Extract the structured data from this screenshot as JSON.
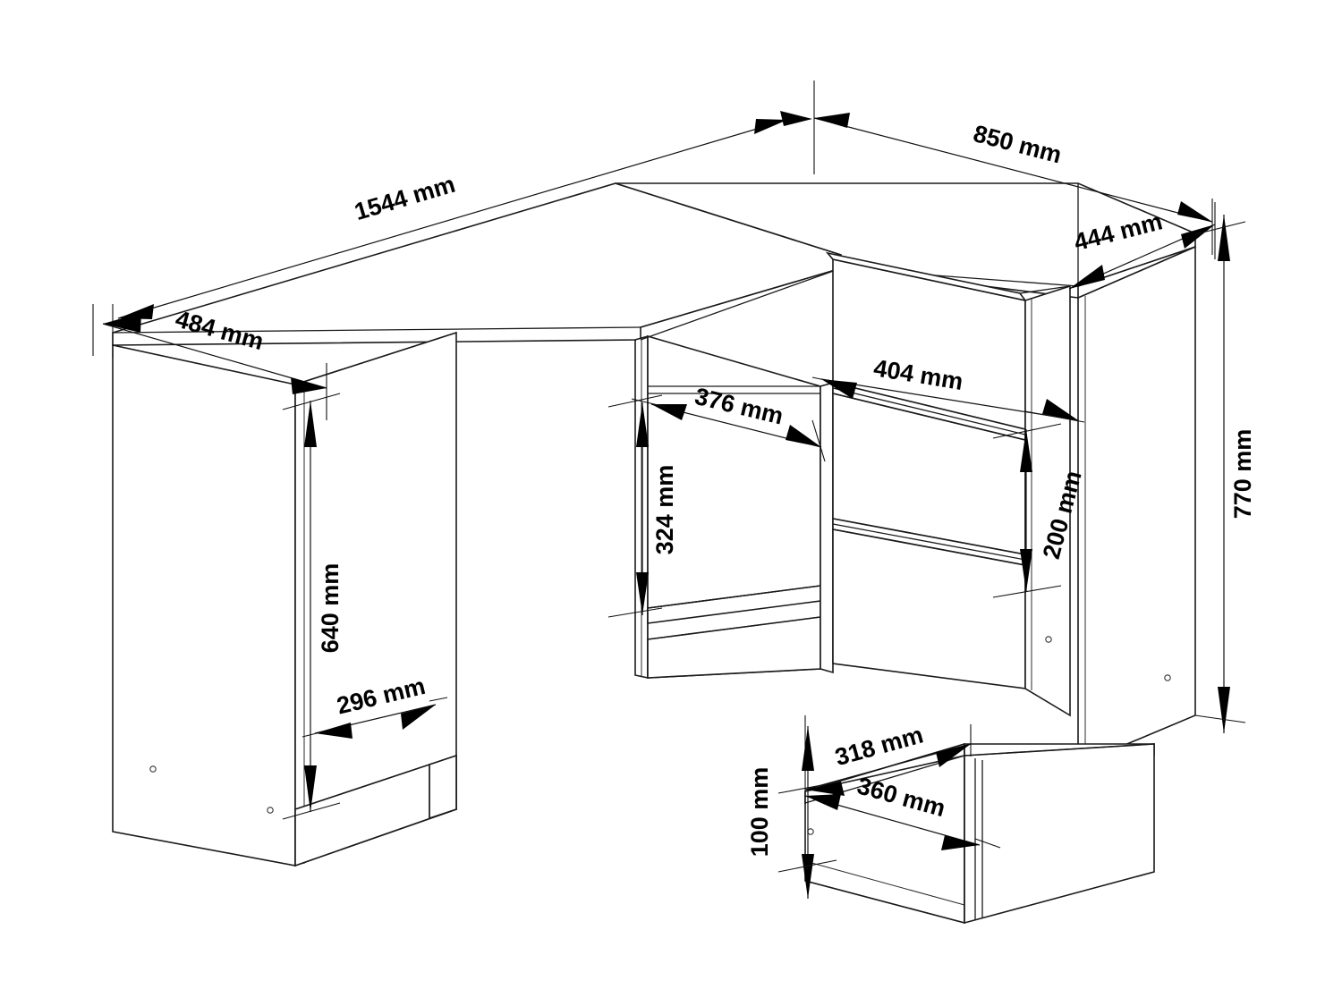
{
  "drawing": {
    "title": "Corner desk dimensioned isometric drawing",
    "unit": "mm",
    "line_color": "#1a1a1a",
    "background_color": "#ffffff",
    "text_color": "#000000"
  },
  "dimensions": {
    "overall_length": "1544 mm",
    "right_wing_length": "850 mm",
    "left_top_depth": "484 mm",
    "right_top_depth": "444 mm",
    "overall_height": "770 mm",
    "left_panel_height": "640 mm",
    "left_panel_width": "296 mm",
    "knee_opening_width": "376 mm",
    "knee_opening_height": "324 mm",
    "drawer_front_width": "404 mm",
    "drawer_front_height": "200 mm",
    "drawer_box_depth": "318 mm",
    "drawer_box_width": "360 mm",
    "drawer_box_height": "100 mm"
  },
  "labels": [
    {
      "id": "len-1544",
      "text": "1544 mm"
    },
    {
      "id": "len-850",
      "text": "850 mm"
    },
    {
      "id": "depth-484",
      "text": "484 mm"
    },
    {
      "id": "depth-444",
      "text": "444 mm"
    },
    {
      "id": "height-770",
      "text": "770 mm"
    },
    {
      "id": "height-640",
      "text": "640 mm"
    },
    {
      "id": "width-296",
      "text": "296 mm"
    },
    {
      "id": "width-376",
      "text": "376 mm"
    },
    {
      "id": "height-324",
      "text": "324 mm"
    },
    {
      "id": "width-404",
      "text": "404 mm"
    },
    {
      "id": "height-200",
      "text": "200 mm"
    },
    {
      "id": "depth-318",
      "text": "318 mm"
    },
    {
      "id": "width-360",
      "text": "360 mm"
    },
    {
      "id": "height-100",
      "text": "100 mm"
    }
  ]
}
